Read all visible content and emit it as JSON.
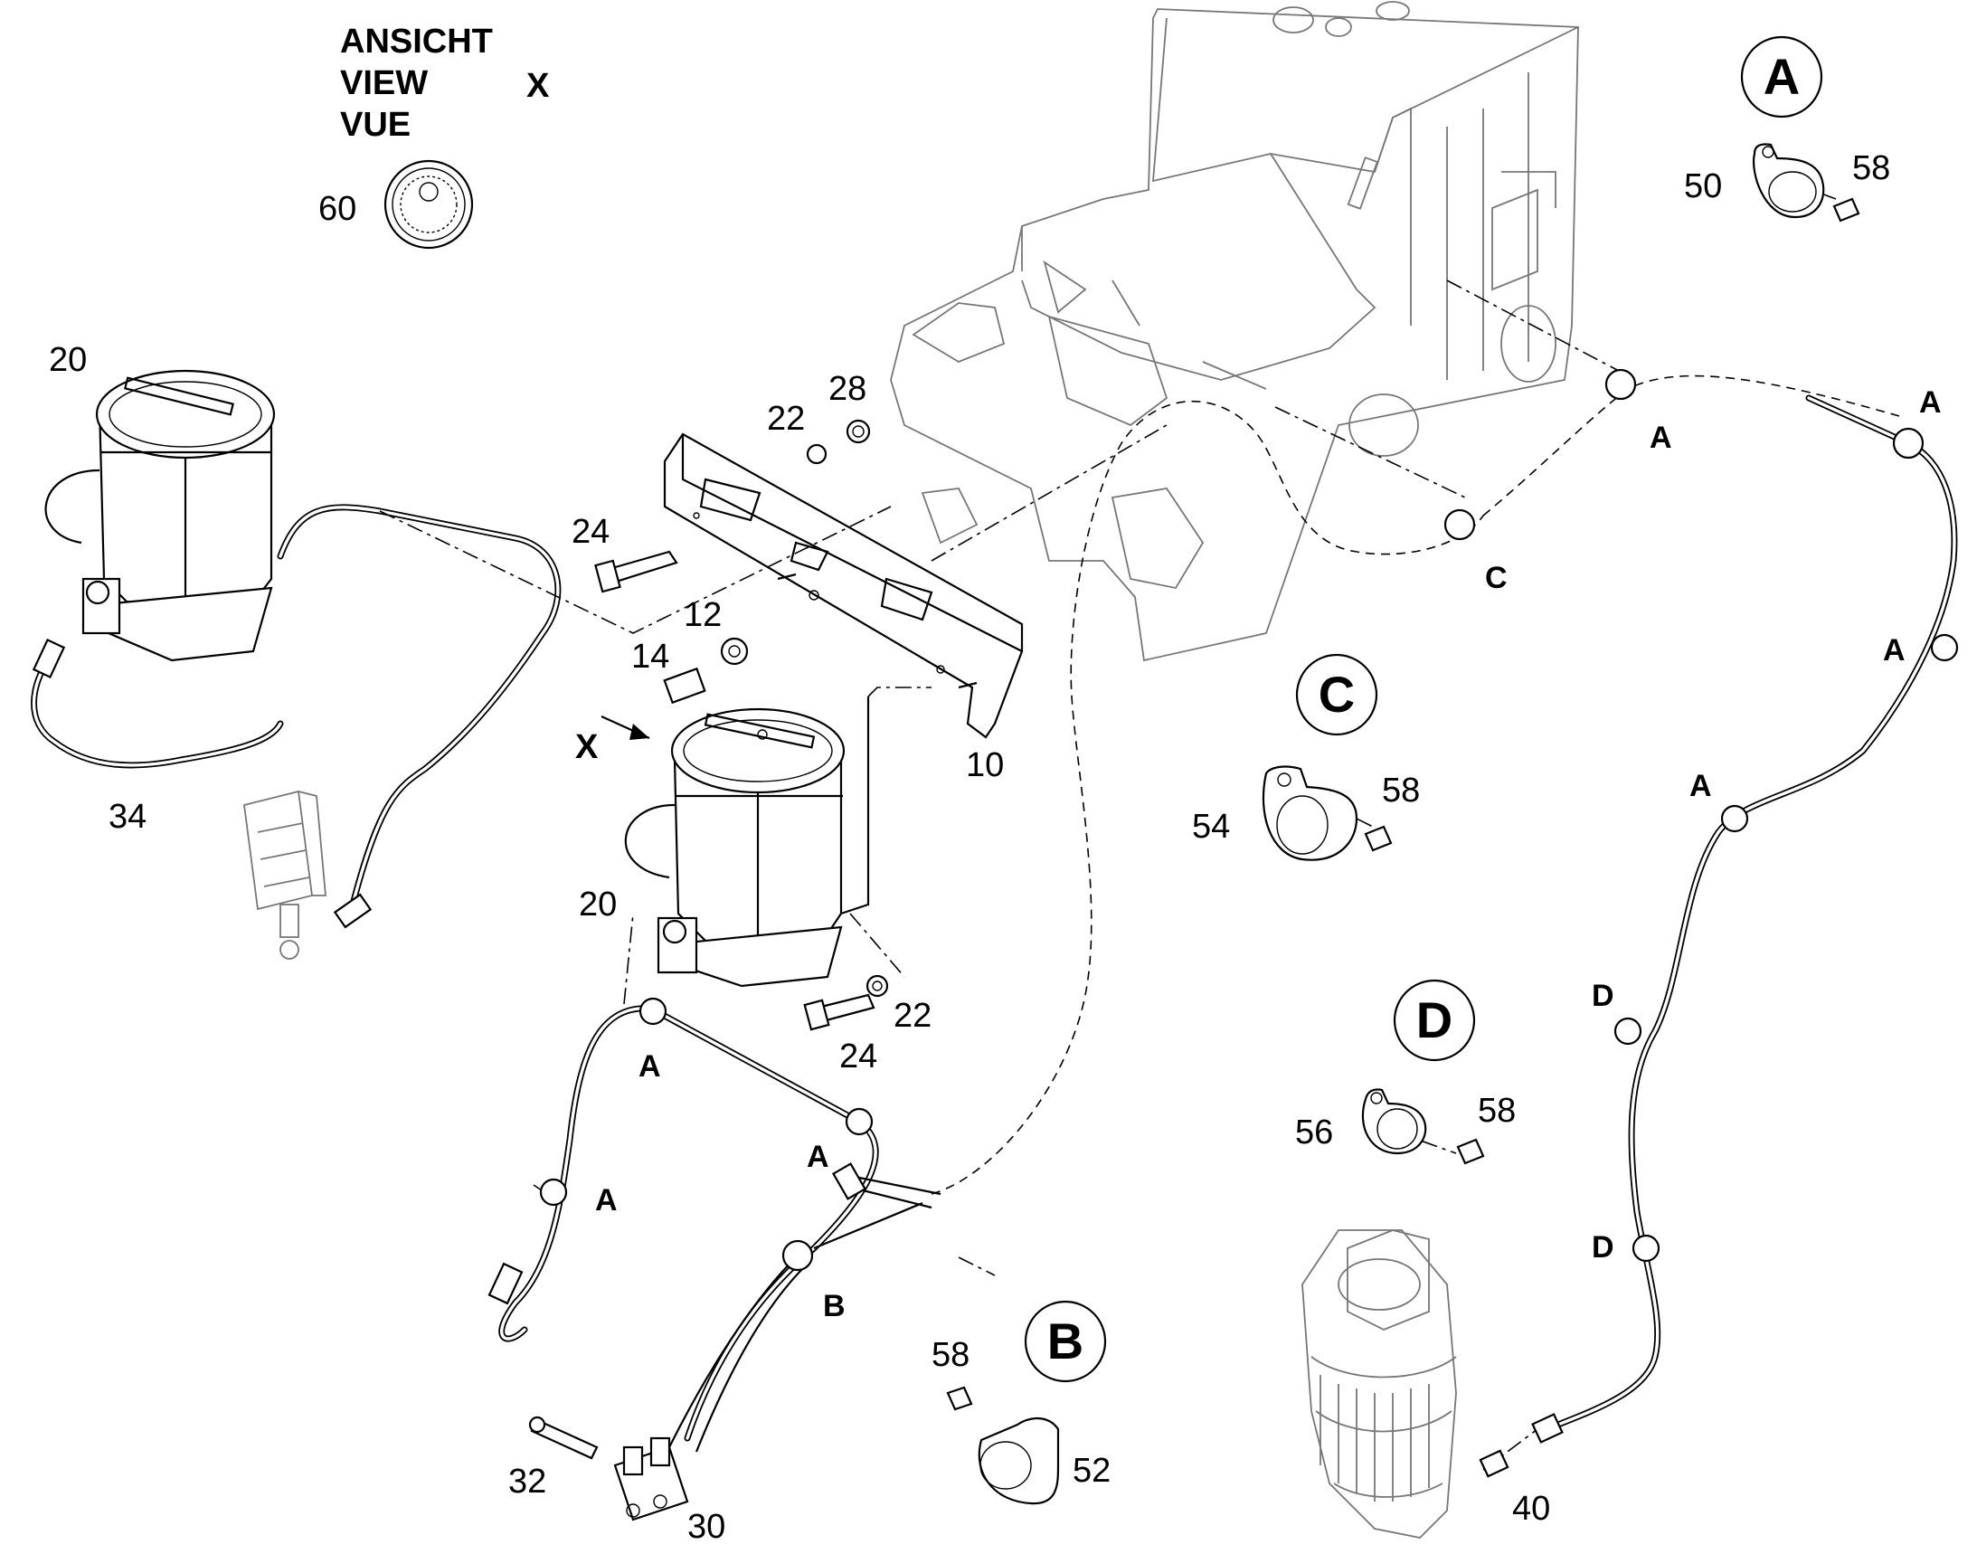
{
  "view_block": {
    "line1": "ANSICHT",
    "line2": "VIEW",
    "line3": "VUE",
    "marker": "X"
  },
  "detail_circles": {
    "a": "A",
    "b": "B",
    "c": "C",
    "d": "D"
  },
  "part_numbers": {
    "p60": "60",
    "p20_top": "20",
    "p20_mid": "20",
    "p34": "34",
    "p22_top": "22",
    "p28": "28",
    "p24_top": "24",
    "p12": "12",
    "p14": "14",
    "p10": "10",
    "p22_bottom": "22",
    "p24_bottom": "24",
    "p32": "32",
    "p30": "30",
    "p58_b": "58",
    "p52": "52",
    "p50": "50",
    "p58_a": "58",
    "p54": "54",
    "p58_c": "58",
    "p56": "56",
    "p58_d": "58",
    "p40": "40"
  },
  "clamp_labels": {
    "a_right_1": "A",
    "a_right_2": "A",
    "a_right_3": "A",
    "a_right_4": "A",
    "c_right": "C",
    "a_left_1": "A",
    "a_left_2": "A",
    "a_left_3": "A",
    "b_left": "B",
    "d_1": "D",
    "d_2": "D"
  },
  "view_arrow_label": "X",
  "colors": {
    "line": "#000000",
    "background": "#ffffff",
    "grey_detail": "#777777"
  }
}
